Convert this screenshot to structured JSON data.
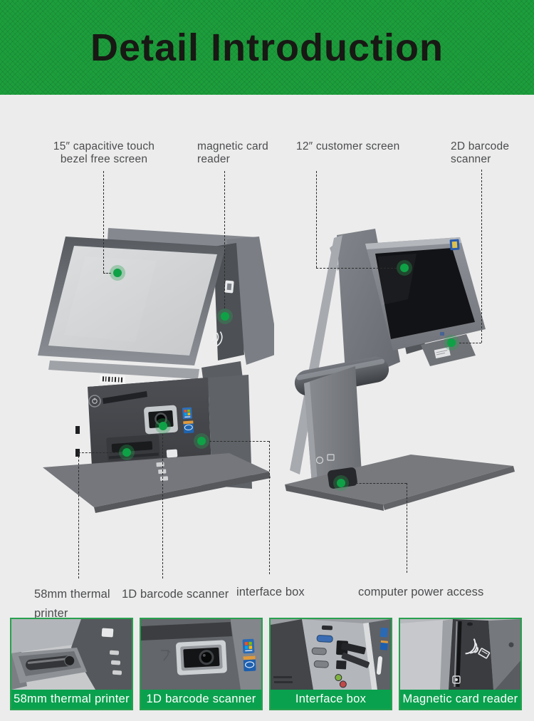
{
  "colors": {
    "page-bg": "#ececec",
    "header-green": "#1d9e3c",
    "header-text": "#181814",
    "caption-green": "#0aa14e",
    "card-border": "#28a14f",
    "marker-green": "#0fa146",
    "marker-halo": "rgba(40,160,80,0.33)",
    "label-text": "#4b4c4e",
    "dash": "#2d2d2d"
  },
  "header": {
    "title": "Detail Introduction"
  },
  "callouts": {
    "touch_screen": {
      "line1": "15″ capacitive touch",
      "line2": "bezel free screen"
    },
    "magnetic_reader": {
      "line1": "magnetic card",
      "line2": "reader"
    },
    "customer_screen": {
      "line1": "12″ customer screen"
    },
    "barcode_2d": {
      "line1": "2D barcode",
      "line2": "scanner"
    },
    "thermal_printer": {
      "line1": "58mm thermal",
      "line2": "printer"
    },
    "barcode_1d": {
      "line1": "1D barcode scanner"
    },
    "interface_box": {
      "line1": "interface box"
    },
    "power_access": {
      "line1": "computer power access"
    }
  },
  "gallery": [
    {
      "caption": "58mm thermal printer"
    },
    {
      "caption": "1D barcode scanner"
    },
    {
      "caption": "Interface box"
    },
    {
      "caption": "Magnetic card reader"
    }
  ]
}
